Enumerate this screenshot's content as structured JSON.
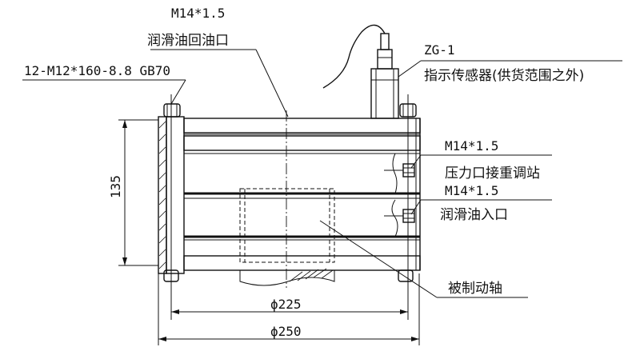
{
  "labels": {
    "top_thread": "M14*1.5",
    "top_return": "润滑油回油口",
    "bolt_spec": "12-M12*160-8.8  GB70",
    "sensor_model": "ZG-1",
    "sensor_desc": "指示传感器(供货范围之外)",
    "pressure_thread": "M14*1.5",
    "pressure_port": "压力口接重调站",
    "inlet_thread": "M14*1.5",
    "inlet_port": "润滑油入口",
    "shaft": "被制动轴"
  },
  "dimensions": {
    "height": "135",
    "dia_inner": "ϕ225",
    "dia_outer": "ϕ250"
  }
}
